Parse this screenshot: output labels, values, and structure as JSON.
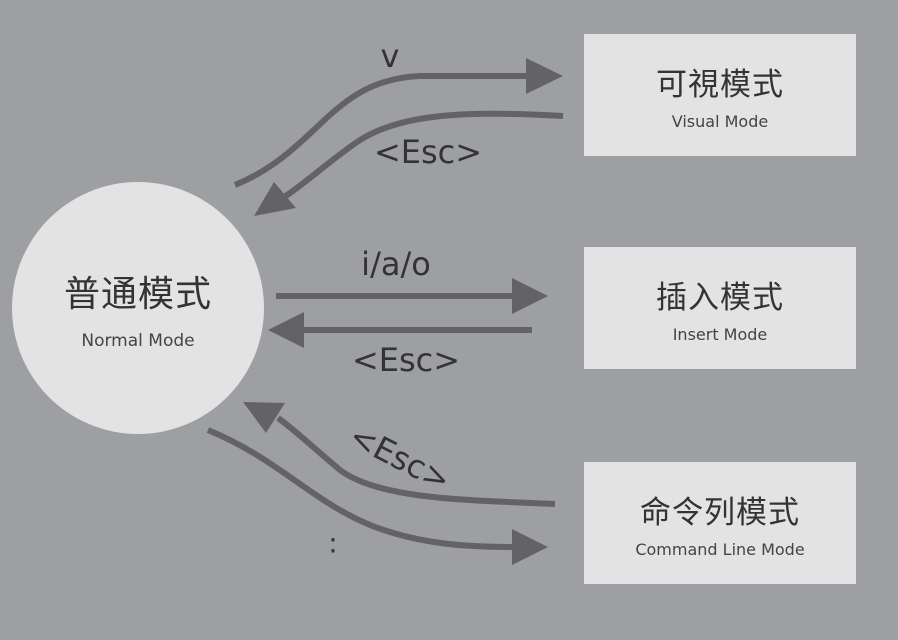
{
  "normal_mode": {
    "title_zh": "普通模式",
    "title_en": "Normal Mode"
  },
  "modes": [
    {
      "title_zh": "可視模式",
      "title_en": "Visual Mode"
    },
    {
      "title_zh": "插入模式",
      "title_en": "Insert Mode"
    },
    {
      "title_zh": "命令列模式",
      "title_en": "Command Line Mode"
    }
  ],
  "transitions": {
    "to_visual": "v",
    "from_visual": "<Esc>",
    "to_insert": "i/a/o",
    "from_insert": "<Esc>",
    "from_command": "<Esc>",
    "to_command": ":"
  },
  "colors": {
    "background": "#9d9fa2",
    "node": "#e3e3e3",
    "arrow": "#636365"
  }
}
